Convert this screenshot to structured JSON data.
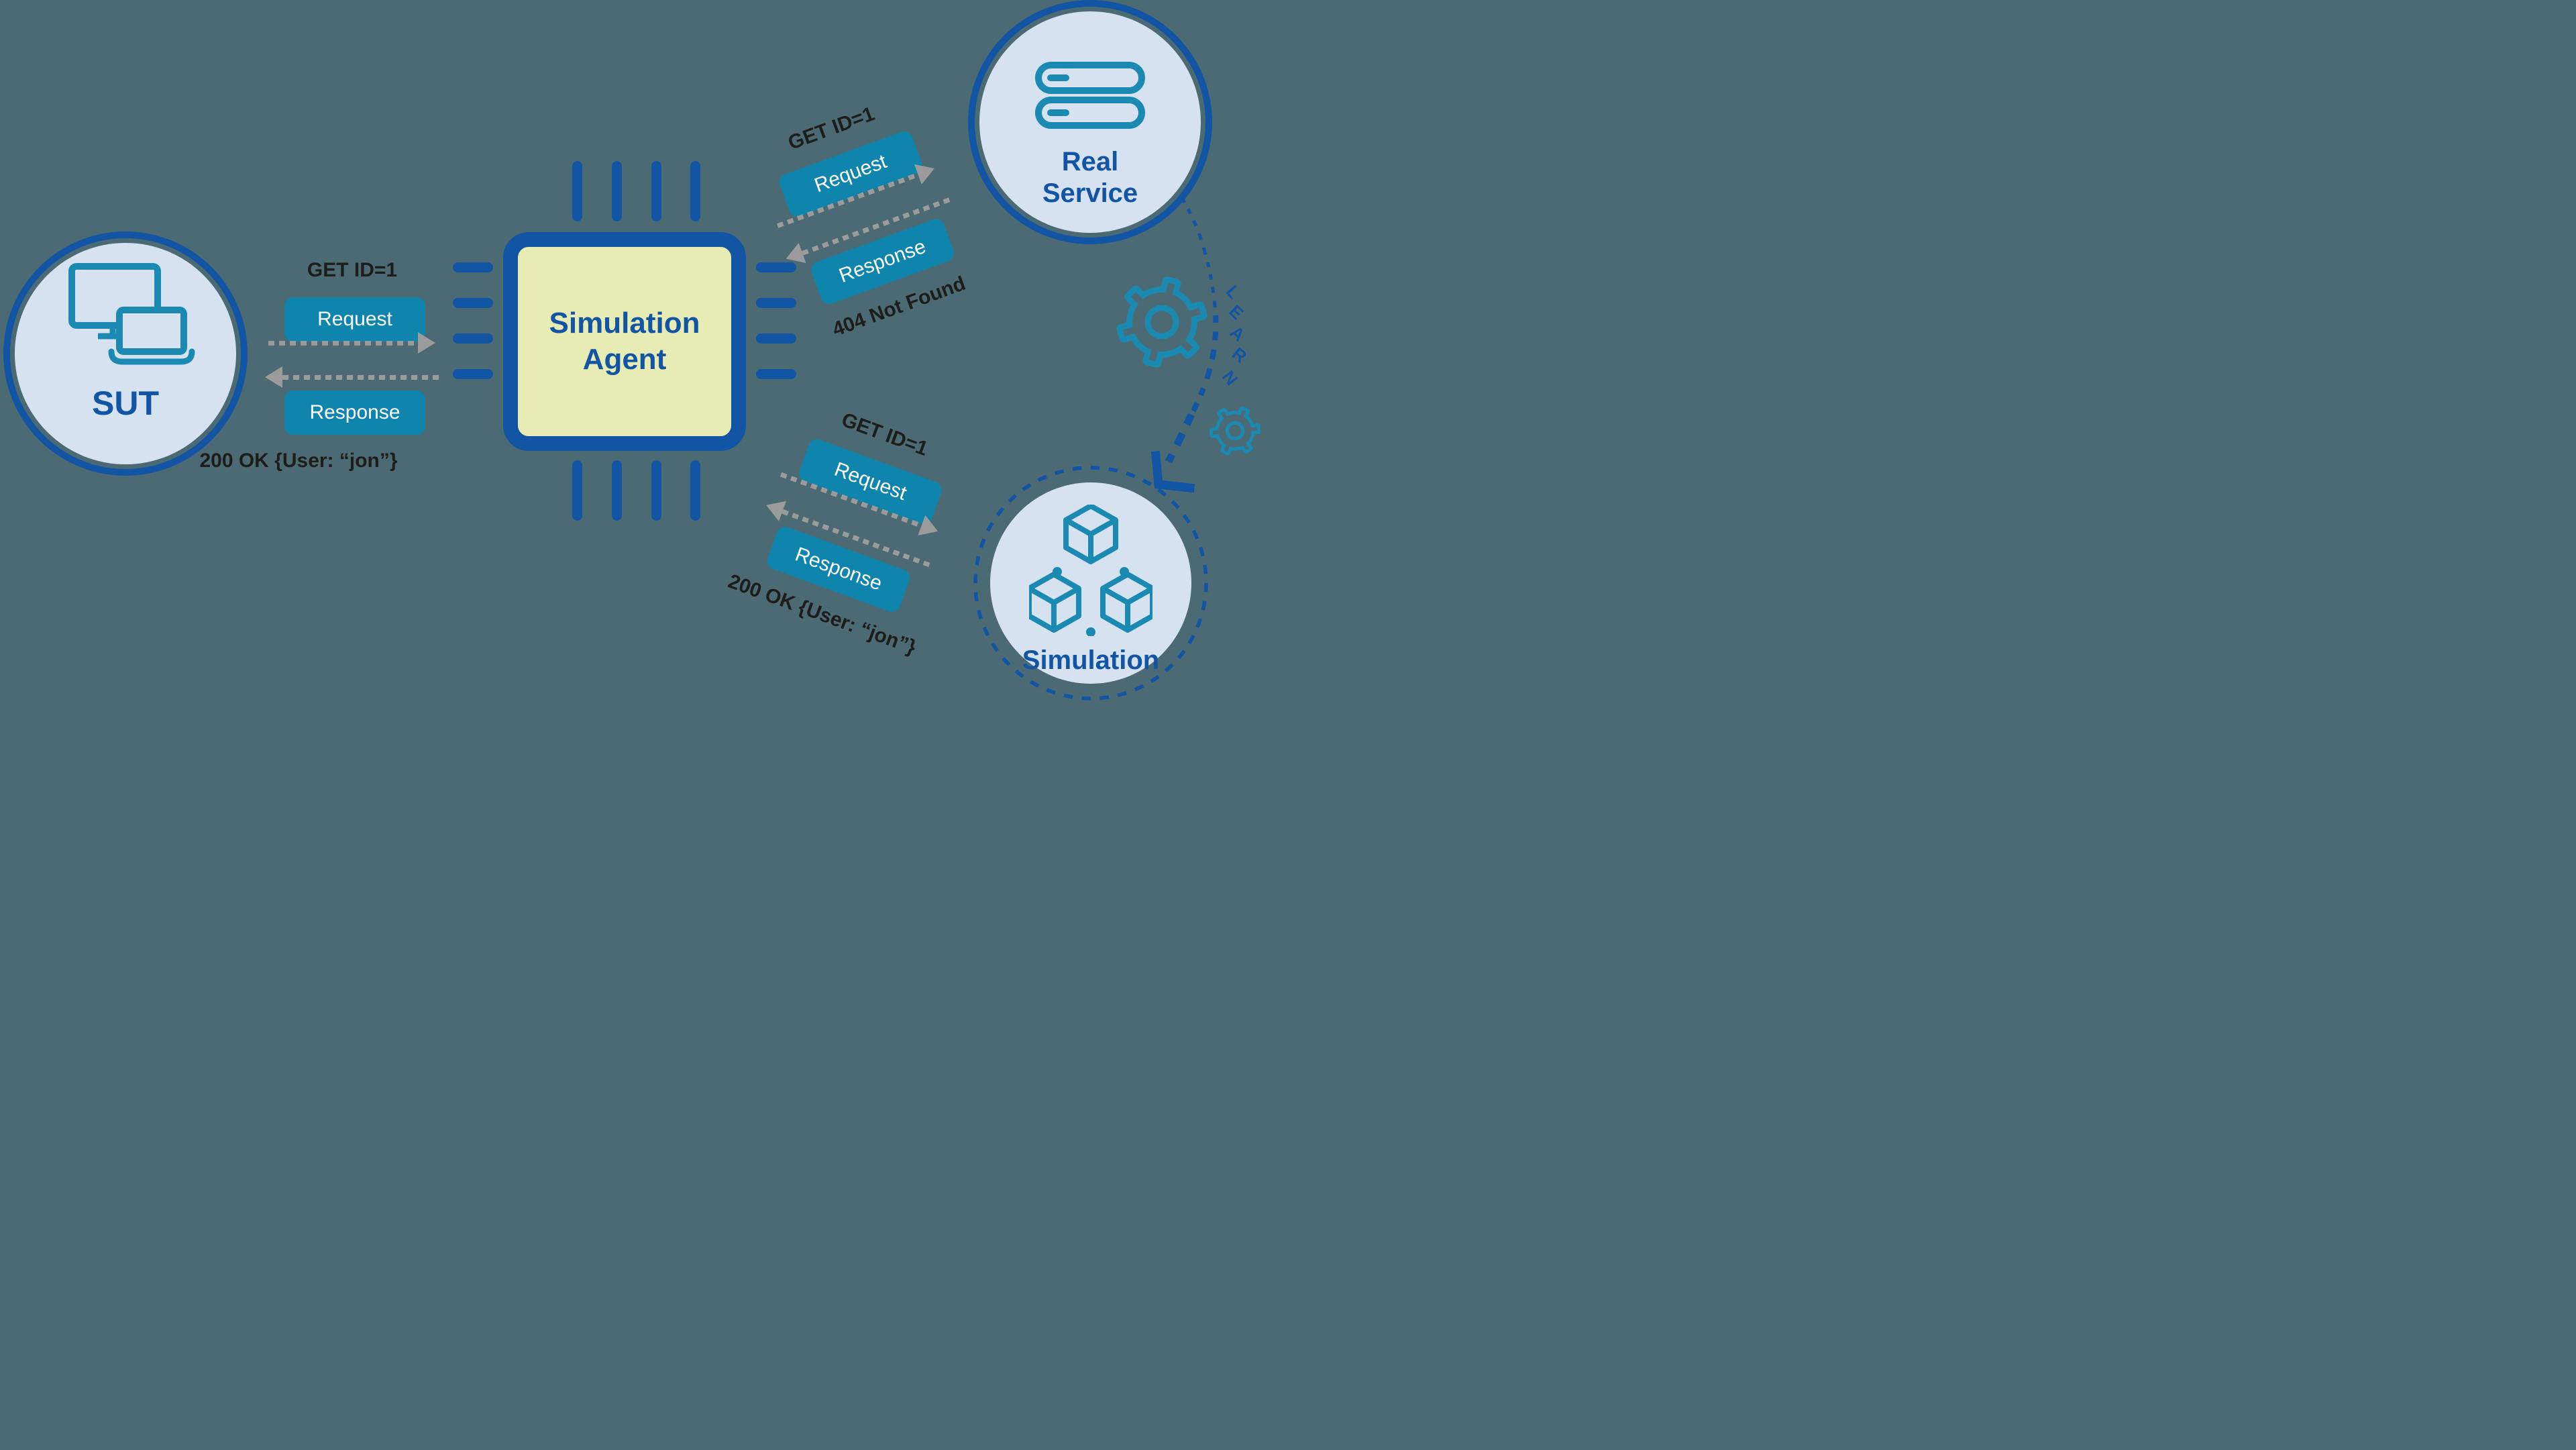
{
  "colors": {
    "background": "#4c6a74",
    "node_fill": "#d7e2f0",
    "node_border": "#1155a4",
    "chip_fill": "#e7ecb4",
    "accent_teal": "#0f85ad",
    "icon_teal": "#1b8ab2",
    "arrow_gray": "#9b9b9b",
    "text_dark": "#1d1d1b",
    "text_blue": "#1155a4"
  },
  "nodes": {
    "sut": {
      "label": "SUT"
    },
    "agent": {
      "label_line1": "Simulation",
      "label_line2": "Agent"
    },
    "real_service": {
      "label_line1": "Real",
      "label_line2": "Service"
    },
    "simulation": {
      "label": "Simulation"
    }
  },
  "flows": {
    "sut_agent": {
      "title": "GET ID=1",
      "request_label": "Request",
      "response_label": "Response",
      "status": "200 OK {User: “jon”}"
    },
    "agent_real": {
      "title": "GET ID=1",
      "request_label": "Request",
      "response_label": "Response",
      "status": "404 Not Found"
    },
    "agent_simulation": {
      "title": "GET ID=1",
      "request_label": "Request",
      "response_label": "Response",
      "status": "200 OK {User: “jon”}"
    }
  },
  "learn": {
    "letter_1": "L",
    "letter_2": "E",
    "letter_3": "A",
    "letter_4": "R",
    "letter_5": "N"
  }
}
